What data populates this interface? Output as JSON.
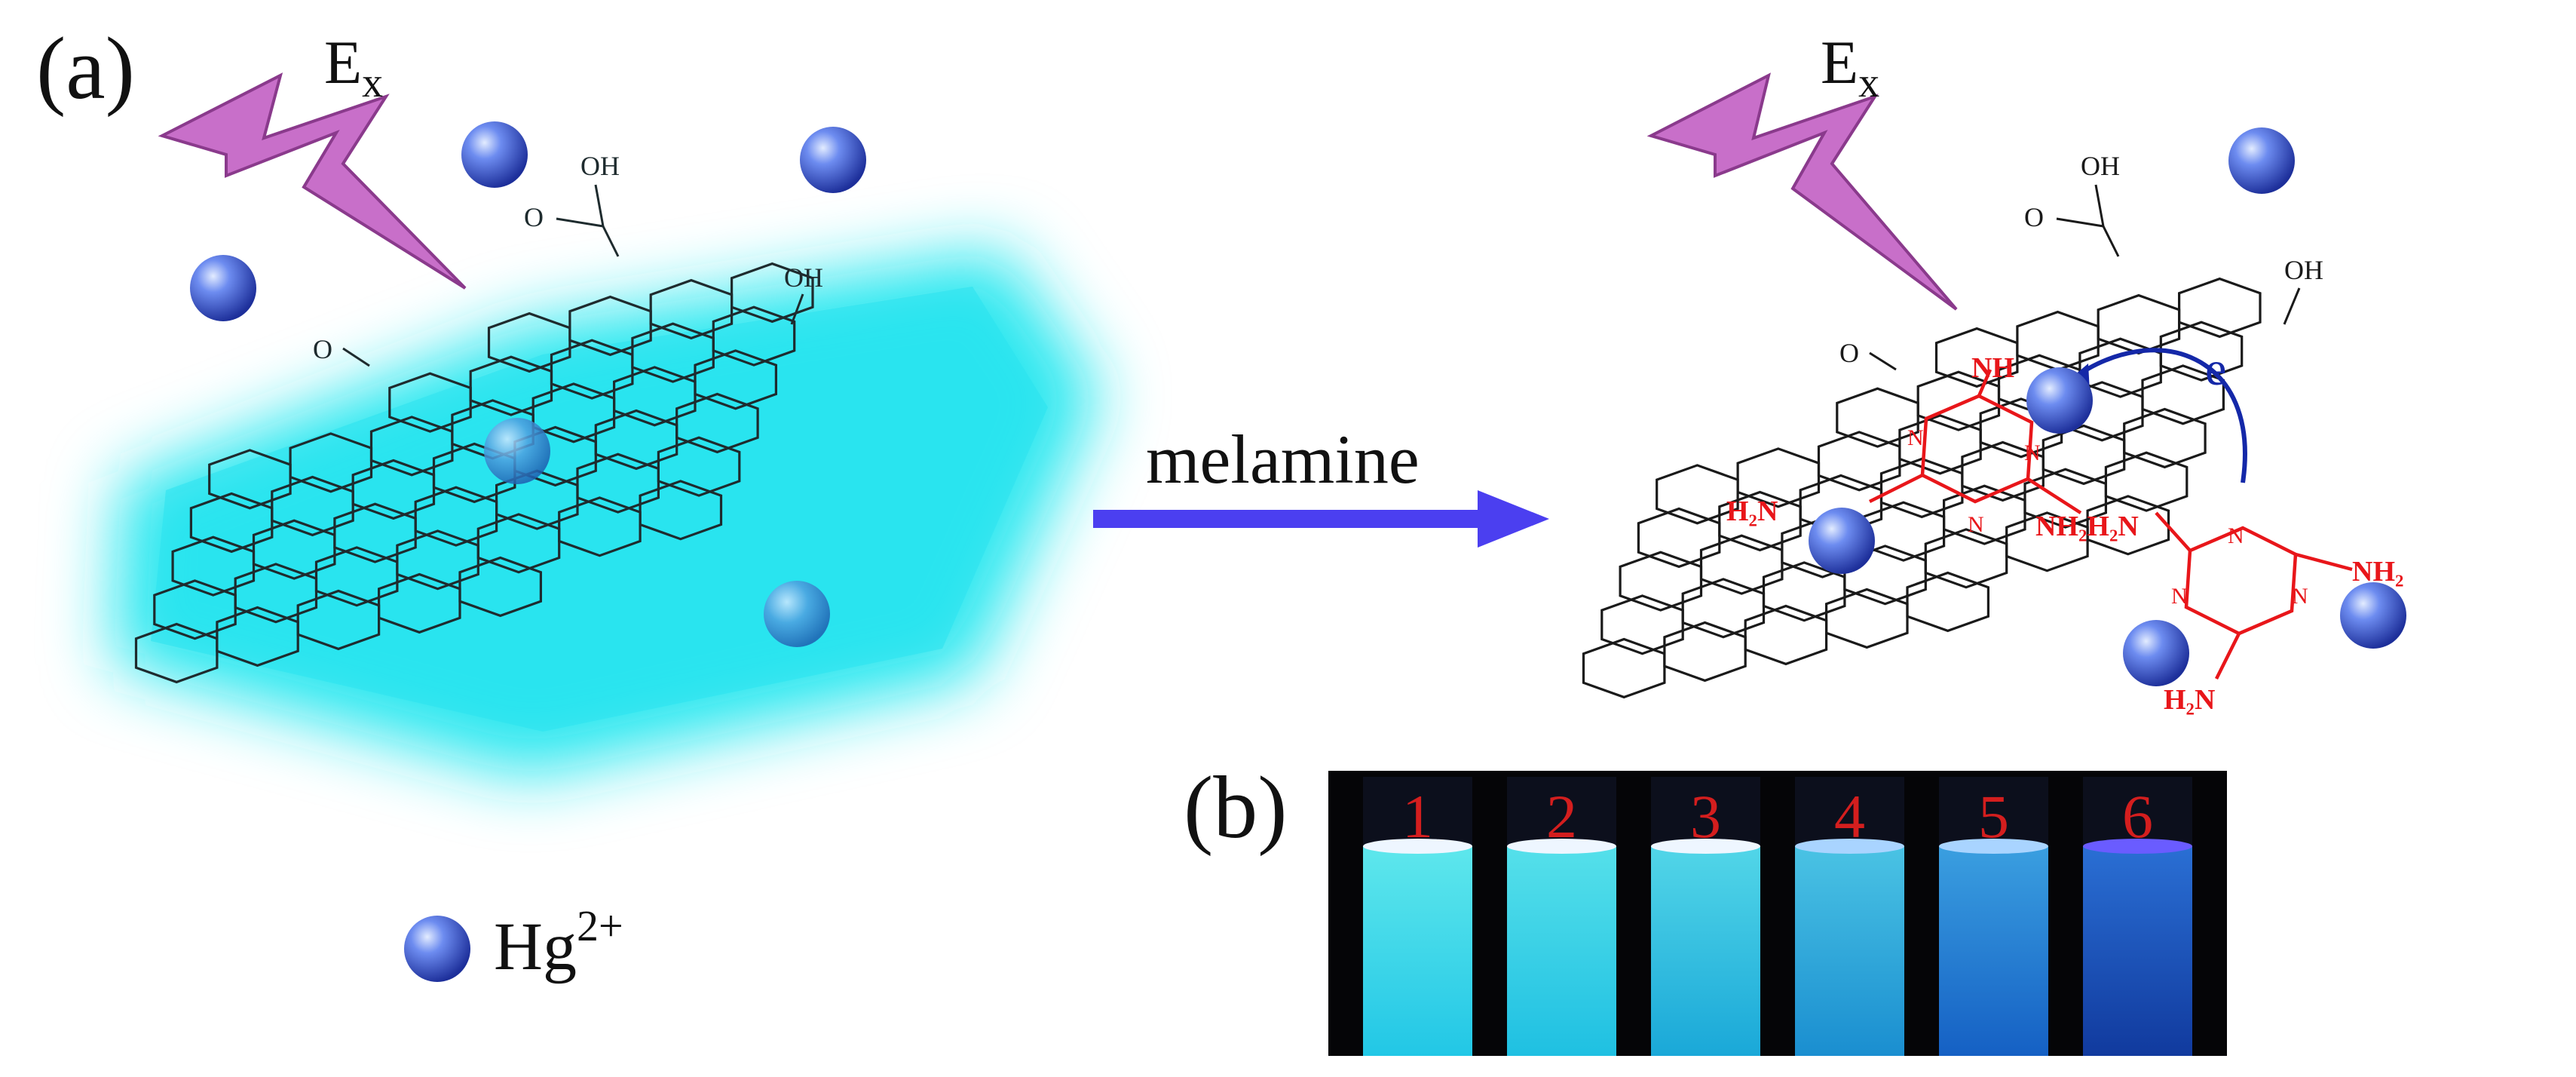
{
  "panel_a": {
    "label": "(a)",
    "excitation": {
      "main": "E",
      "sub": "x"
    },
    "groups": {
      "carboxyl_oh": "OH",
      "carboxyl_o": "O",
      "hydroxyl": "OH",
      "ketone": "O"
    }
  },
  "arrow": {
    "label": "melamine"
  },
  "legend": {
    "ion_base": "Hg",
    "ion_charge": "2+"
  },
  "product": {
    "excitation": {
      "main": "E",
      "sub": "x"
    },
    "groups": {
      "carboxyl_oh": "OH",
      "carboxyl_o": "O",
      "hydroxyl": "OH",
      "ketone": "O"
    },
    "electron": "e",
    "melamine_labels": [
      "NH",
      "N",
      "N",
      "N",
      "H₂N",
      "NH₂H₂N",
      "N",
      "N",
      "N",
      "NH₂",
      "H₂N"
    ]
  },
  "panel_b": {
    "label": "(b)",
    "tubes": [
      "1",
      "2",
      "3",
      "4",
      "5",
      "6"
    ]
  },
  "colors": {
    "glow": "#1fe6ee",
    "bolt": "#c86fc9",
    "ion": "#3f5fd0",
    "arrow": "#4b3ff0",
    "melamine": "#e8161a",
    "electron_arrow": "#1428a8",
    "tube_number": "#d41e1e"
  }
}
